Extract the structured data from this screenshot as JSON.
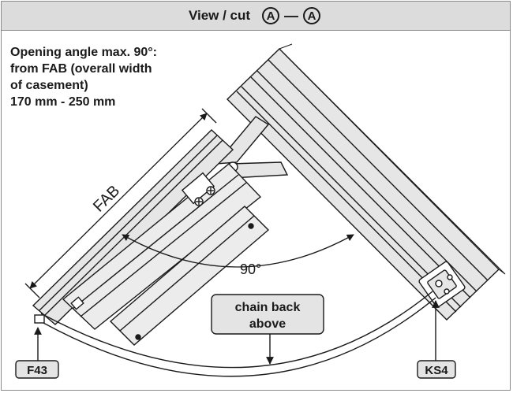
{
  "title": {
    "text": "View / cut",
    "section_marker_left": "A",
    "section_marker_right": "A",
    "separator": "—"
  },
  "note": {
    "lines": [
      "Opening angle max. 90°:",
      "from FAB (overall width",
      "of casement)",
      "170 mm - 250 mm"
    ]
  },
  "labels": {
    "fab": "FAB",
    "angle": "90°",
    "chain_line1": "chain back",
    "chain_line2": "above",
    "left_part": "F43",
    "right_part": "KS4"
  },
  "colors": {
    "header_fill": "#dcdcdc",
    "profile_fill": "#e6e6e6",
    "label_box_fill": "#e4e4e4",
    "line": "#1a1a1a"
  }
}
